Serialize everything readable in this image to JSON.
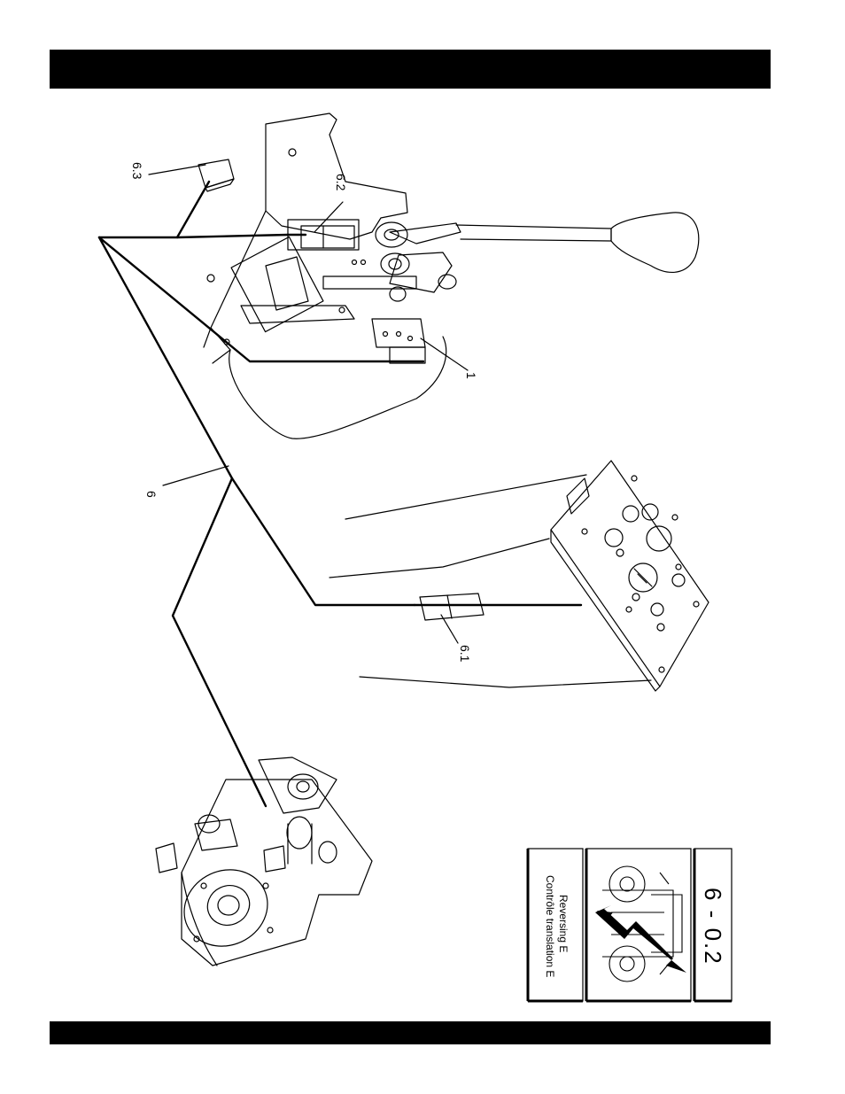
{
  "callouts": {
    "part_1": "1",
    "part_6": "6",
    "part_6_1": "6.1",
    "part_6_2": "6.2",
    "part_6_3": "6.3"
  },
  "section_panel": {
    "title_en": "Reversing E",
    "title_fr": "Contrôle translation E",
    "page_number": "6 - 0.2"
  }
}
